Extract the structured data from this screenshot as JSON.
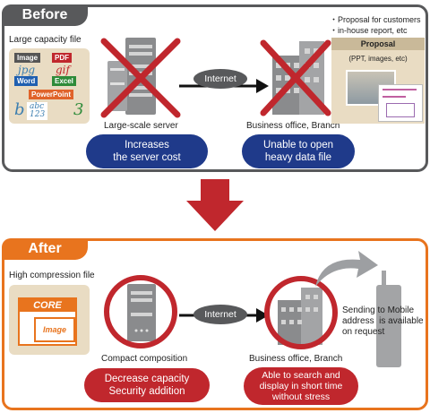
{
  "before": {
    "tag": "Before",
    "file_label": "Large capacity file",
    "file_types": [
      "Image",
      "PDF",
      "jpg",
      "gif",
      "Word",
      "Excel",
      "PowerPoint",
      "abc\n123"
    ],
    "server_label": "Large-scale server",
    "internet_label": "Internet",
    "office_label": "Business office, Branch",
    "pill_left": "Increases\nthe server cost",
    "pill_right": "Unable to open\nheavy data file",
    "bullets": [
      "・Proposal for customers",
      "・in-house report, etc"
    ],
    "proposal_title": "Proposal",
    "proposal_sub": "(PPT, images, etc)"
  },
  "after": {
    "tag": "After",
    "file_label": "High compression file",
    "core_label": "CORE",
    "image_label": "Image",
    "server_label": "Compact composition",
    "internet_label": "Internet",
    "office_label": "Business office, Branch",
    "pill_left": "Decrease capacity\nSecurity addition",
    "pill_right": "Able to search and\ndisplay in short time\nwithout stress",
    "mobile_note": "Sending to Mobile\naddress  is available\non request"
  },
  "colors": {
    "before_accent": "#58595b",
    "after_accent": "#e8741e",
    "blue_pill": "#1f3a8a",
    "red_pill": "#c0272d",
    "cross": "#c0272d",
    "arrow": "#c0272d"
  },
  "icons": [
    "server-icon",
    "building-icon",
    "cross-icon",
    "circle-icon",
    "arrow-icon",
    "mobile-phone-icon",
    "curved-arrow-icon"
  ]
}
